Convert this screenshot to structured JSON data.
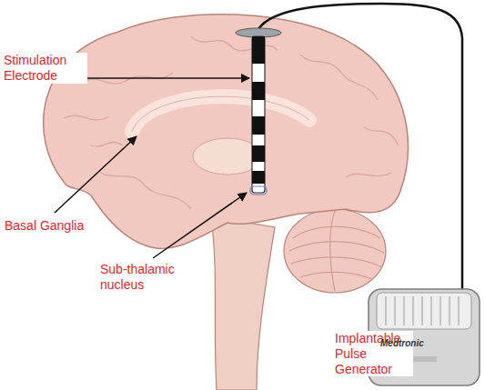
{
  "diagram": {
    "labels": [
      "Stimulation Electrode",
      "Basal Ganglia",
      "Sub-thalamic nucleus",
      "Implantable Pulse Generator",
      "Medtronic"
    ]
  }
}
